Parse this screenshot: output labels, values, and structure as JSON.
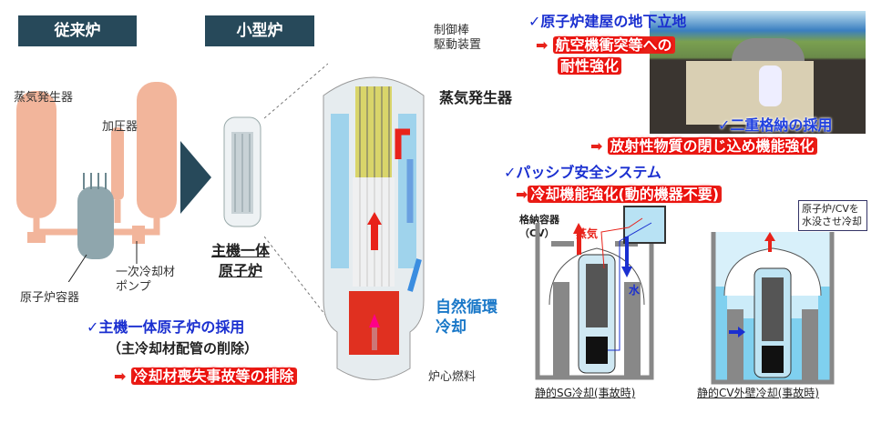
{
  "headers": {
    "conventional": "従来炉",
    "small": "小型炉"
  },
  "conventional": {
    "sg": "蒸気発生器",
    "pressurizer": "加圧器",
    "pump": [
      "一次冷却材",
      "ポンプ"
    ],
    "vessel": "原子炉容器"
  },
  "integral": {
    "title": [
      "主機一体",
      "原子炉"
    ]
  },
  "reactor": {
    "crdm": [
      "制御棒",
      "駆動装置"
    ],
    "sg": "蒸気発生器",
    "natural": [
      "自然循環",
      "冷却"
    ],
    "fuel": "炉心燃料"
  },
  "bottom_left": {
    "check": "✓主機一体原子炉の採用",
    "sub": "（主冷却材配管の削除）",
    "arrow": "➡",
    "benefit": "冷却材喪失事故等の排除"
  },
  "right": {
    "underground": "✓原子炉建屋の地下立地",
    "underground_benefit": [
      "航空機衝突等への",
      "耐性強化"
    ],
    "double": "✓二重格納の採用",
    "double_benefit": "放射性物質の閉じ込め機能強化",
    "passive": "✓パッシブ安全システム",
    "passive_benefit": "冷却機能強化(動的機器不要)",
    "arrow": "➡"
  },
  "passive_diagrams": {
    "cv_label": [
      "格納容器",
      "（CV）"
    ],
    "steam": "蒸気",
    "water": "水",
    "callout": [
      "原子炉/CVを",
      "水没させ冷却"
    ],
    "caption1": "静的SG冷却(事故時)",
    "caption2": "静的CV外壁冷却(事故時)"
  },
  "colors": {
    "header": "#27495a",
    "blue": "#1a2fd0",
    "red": "#e8221a",
    "salmon": "#f2b59b"
  }
}
